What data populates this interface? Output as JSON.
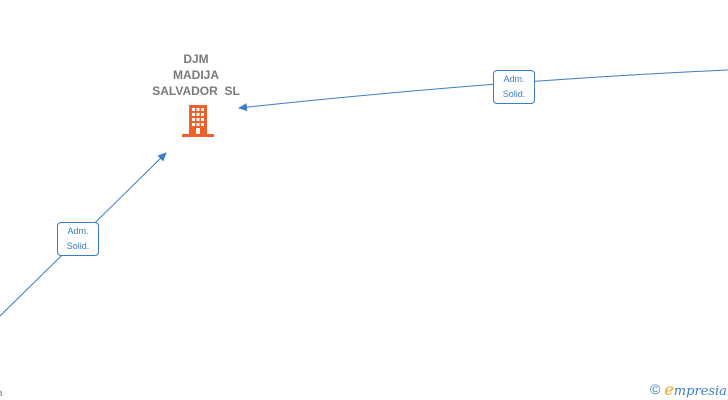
{
  "company": {
    "name_lines": [
      "DJM",
      "MADIJA",
      "SALVADOR  SL"
    ],
    "icon": "building-icon",
    "icon_color": "#f0602a"
  },
  "edges": [
    {
      "label_lines": [
        "Adm.",
        "Solid."
      ]
    },
    {
      "label_lines": [
        "Adm.",
        "Solid."
      ]
    }
  ],
  "partial_text": "a",
  "watermark": {
    "copyright": "©",
    "brand_initial": "e",
    "brand_rest": "mpresia"
  },
  "colors": {
    "edge": "#3b7dc4",
    "label_text": "#7a7a7a"
  }
}
